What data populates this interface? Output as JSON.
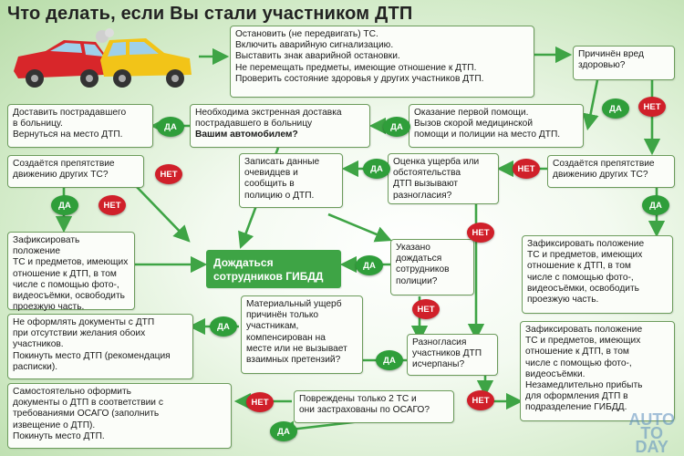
{
  "title": "Что делать, если Вы стали участником ДТП",
  "boxes": {
    "stop": "Остановить (не передвигать) ТС.\nВключить аварийную сигнализацию.\nВыставить знак аварийной остановки.\nНе перемещать предметы, имеющие отношение к ДТП.\nПроверить состояние здоровья у других участников ДТП.",
    "harm": "Причинён вред\nздоровью?",
    "first_aid": "Оказание первой помощи.\nВызов скорой медицинской\nпомощи и полиции на место ДТП.",
    "emergency_pre": "Необходима экстренная доставка\nпострадавшего в больницу\n",
    "emergency_bold": "Вашим автомобилем?",
    "deliver": "Доставить пострадавшего\nв больницу.\nВернуться на место ДТП.",
    "obstacle_left": "Создаётся препятствие\nдвижению других ТС?",
    "obstacle_right": "Создаётся препятствие\nдвижению других ТС?",
    "witnesses": "Записать данные\nочевидцев и\nсообщить в\nполицию о ДТП.",
    "assessment": "Оценка ущерба или\nобстоятельства\nДТП вызывают\nразногласия?",
    "record_left": "Зафиксировать положение\nТС и предметов, имеющих\nотношение к ДТП, в том\nчисле с помощью фото-,\nвидеосъёмки, освободить\nпроезжую часть.",
    "record_right": "Зафиксировать положение\nТС и предметов, имеющих\nотношение к ДТП, в том\nчисле с помощью фото-,\nвидеосъёмки, освободить\nпроезжую часть.",
    "wait": "Дождаться\nсотрудников ГИБДД",
    "police_said": "Указано\nдождаться\nсотрудников\nполиции?",
    "material": "Материальный ущерб\nпричинён только\nучастникам,\nкомпенсирован на\nместе или не вызывает\nвзаимных претензий?",
    "no_docs": "Не оформлять документы с ДТП\nпри отсутствии желания обоих\nучастников.\nПокинуть место ДТП (рекомендация\nрасписки).",
    "disagreements": "Разногласия\nучастников ДТП\nисчерпаны?",
    "record_bottom": "Зафиксировать положение\nТС и предметов, имеющих\nотношение к ДТП, в том\nчисле с помощью фото-,\nвидеосъёмки.\nНезамедлительно прибыть\nдля оформления ДТП в\nподразделение ГИБДД.",
    "self": "Самостоятельно оформить\nдокументы о ДТП в соответствии с\nтребованиями ОСАГО (заполнить\nизвещение о ДТП).\nПокинуть место ДТП.",
    "two_vehicles": "Повреждены только 2 ТС и\nони застрахованы по ОСАГО?"
  },
  "labels": {
    "yes": "ДА",
    "no": "НЕТ"
  },
  "watermark": "AUTO\nTO\nDAY",
  "colors": {
    "arrow": "#3ea445",
    "yes": "#2f9e3a",
    "no": "#d0202a",
    "border": "#6c9c5c"
  }
}
